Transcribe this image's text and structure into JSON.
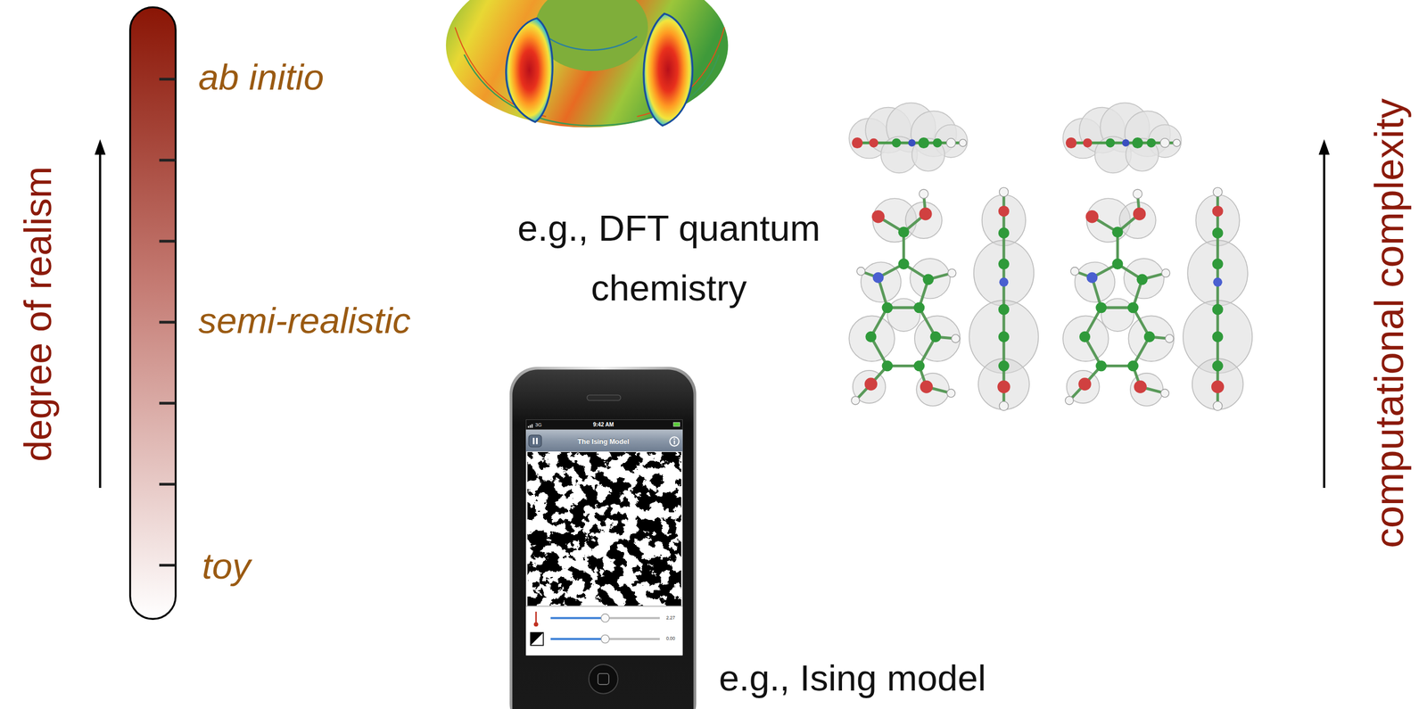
{
  "diagram": {
    "labels": [
      "degree of realism",
      "ab initio",
      "semi-realistic",
      "toy",
      "e.g., DFT quantum chemistry",
      "3G",
      "9:42 AM",
      "The Ising Model",
      "2.27",
      "0.00",
      "e.g., Ising model",
      "computational complexity"
    ]
  }
}
